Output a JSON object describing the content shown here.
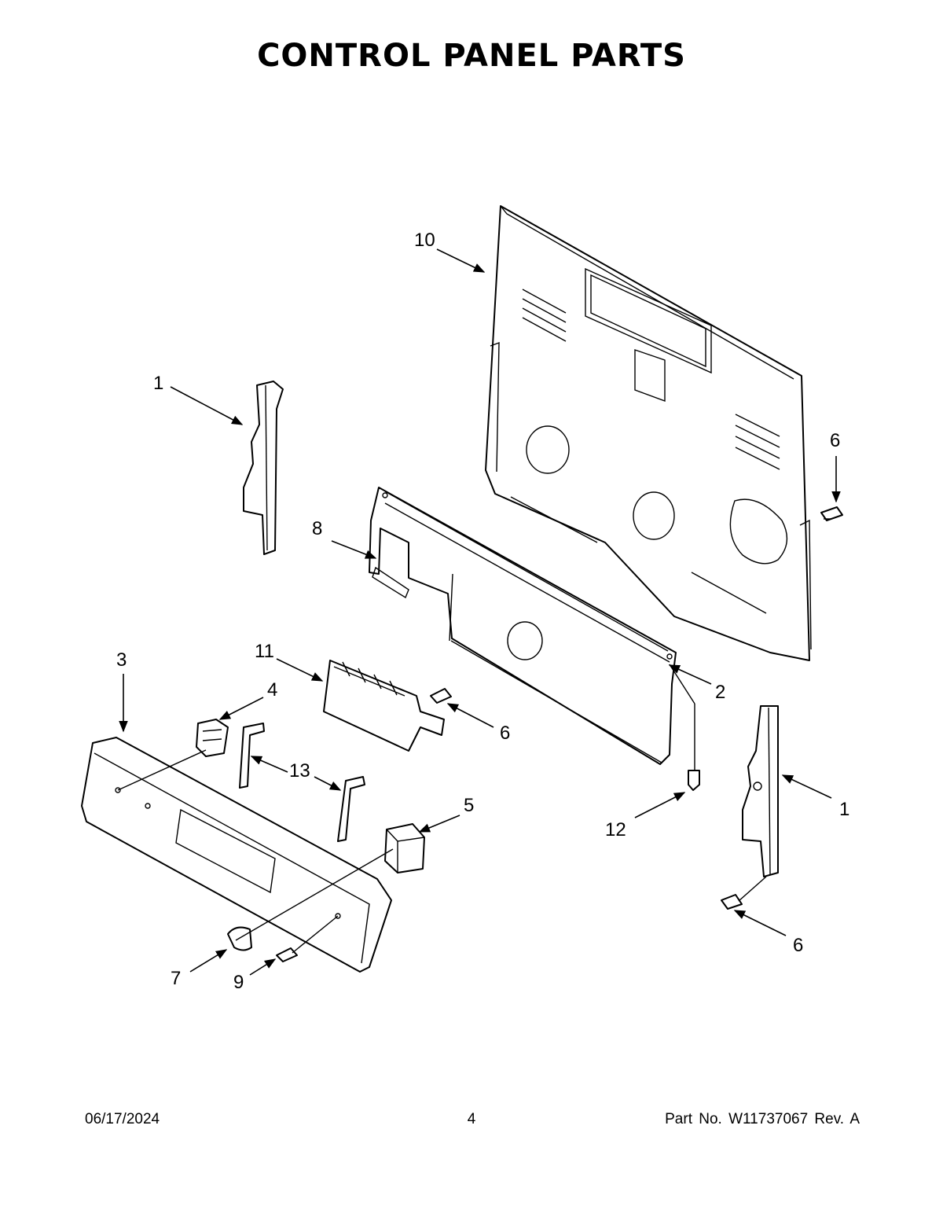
{
  "title": "CONTROL PANEL PARTS",
  "callouts": {
    "c1_left": "1",
    "c1_right": "1",
    "c2": "2",
    "c3": "3",
    "c4": "4",
    "c5": "5",
    "c6_top_right": "6",
    "c6_mid": "6",
    "c6_bottom": "6",
    "c7": "7",
    "c8": "8",
    "c9": "9",
    "c10": "10",
    "c11": "11",
    "c12": "12",
    "c13": "13"
  },
  "footer": {
    "date": "06/17/2024",
    "page": "4",
    "part_no": "Part No.  W11737067  Rev.  A"
  }
}
